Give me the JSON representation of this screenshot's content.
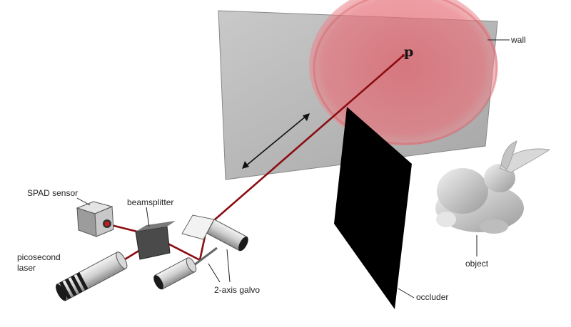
{
  "labels": {
    "wall": "wall",
    "point": "p",
    "spad_sensor": "SPAD sensor",
    "beamsplitter": "beamsplitter",
    "laser_line1": "picosecond",
    "laser_line2": "laser",
    "galvo": "2-axis galvo",
    "occluder": "occluder",
    "object": "object"
  },
  "colors": {
    "beam": "#8b0d12",
    "wall": "#b3b3b3",
    "glow": "#e8727a",
    "occluder": "#000000"
  }
}
